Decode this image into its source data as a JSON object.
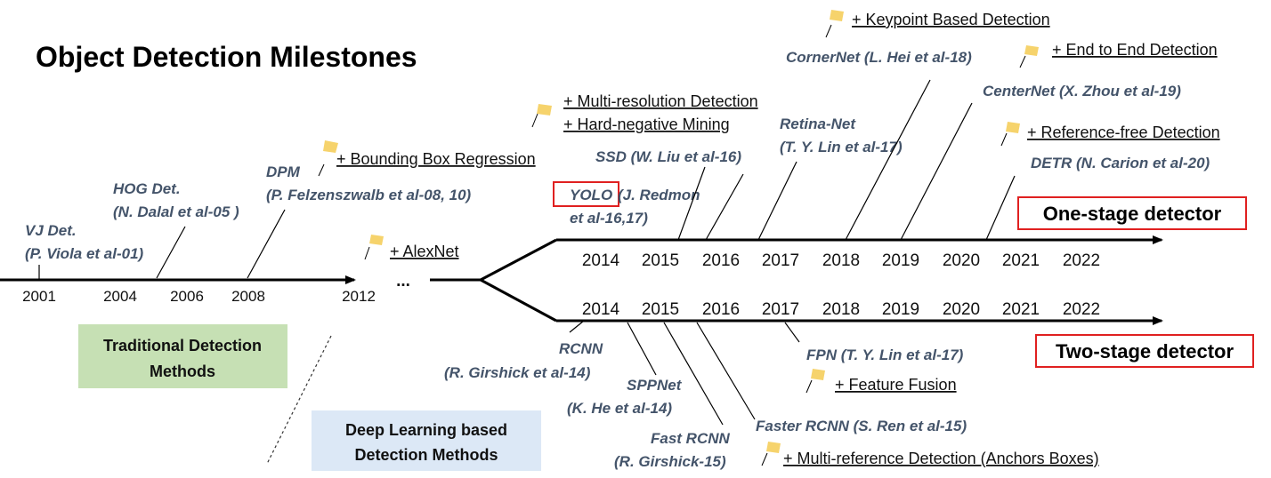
{
  "title": "Object Detection Milestones",
  "colors": {
    "axis": "#000000",
    "milestone_text": "#44546a",
    "flag": "#f6d36c",
    "highlight_box": "#e02020",
    "traditional_box": "#c6e0b4",
    "deep_box": "#dce8f6"
  },
  "traditional": {
    "ellipsis": "...",
    "years": [
      "2001",
      "2004",
      "2006",
      "2008",
      "2012"
    ],
    "milestones": [
      {
        "name": "VJ Det.",
        "cite": "(P. Viola et al-01)"
      },
      {
        "name": "HOG Det.",
        "cite": "(N. Dalal et al-05 )"
      },
      {
        "name": "DPM",
        "cite": "(P. Felzenszwalb et al-08, 10)"
      }
    ],
    "features": [
      "+ Bounding Box Regression",
      "+ AlexNet"
    ]
  },
  "categories": {
    "traditional": "Traditional Detection Methods",
    "traditional_lines": [
      "Traditional Detection",
      "Methods"
    ],
    "deep": "Deep Learning based Detection Methods",
    "deep_lines": [
      "Deep Learning based",
      "Detection Methods"
    ]
  },
  "one_stage": {
    "label": "One-stage detector",
    "years": [
      "2014",
      "2015",
      "2016",
      "2017",
      "2018",
      "2019",
      "2020",
      "2021",
      "2022"
    ],
    "milestones": [
      {
        "name": "YOLO",
        "cite": "(J. Redmon",
        "cite2": "et al-16,17)"
      },
      {
        "name": "SSD (W. Liu et al-16)"
      },
      {
        "name": "Retina-Net",
        "cite": "(T. Y. Lin et al-17)"
      },
      {
        "name": "CornerNet (L. Hei et al-18)"
      },
      {
        "name": "CenterNet (X. Zhou et al-19)"
      },
      {
        "name": "DETR (N. Carion et al-20)"
      }
    ],
    "features": [
      "+ Multi-resolution Detection",
      "+ Hard-negative Mining",
      "+ Keypoint Based Detection",
      "+ End to End Detection",
      "+ Reference-free Detection"
    ]
  },
  "two_stage": {
    "label": "Two-stage detector",
    "years": [
      "2014",
      "2015",
      "2016",
      "2017",
      "2018",
      "2019",
      "2020",
      "2021",
      "2022"
    ],
    "milestones": [
      {
        "name": "RCNN",
        "cite": "(R. Girshick et al-14)"
      },
      {
        "name": "SPPNet",
        "cite": "(K. He et al-14)"
      },
      {
        "name": "Fast RCNN",
        "cite": "(R. Girshick-15)"
      },
      {
        "name": "Faster RCNN (S. Ren et al-15)"
      },
      {
        "name": "FPN (T. Y. Lin et al-17)"
      }
    ],
    "features": [
      "+ Feature Fusion",
      "+ Multi-reference Detection (Anchors Boxes)"
    ]
  }
}
